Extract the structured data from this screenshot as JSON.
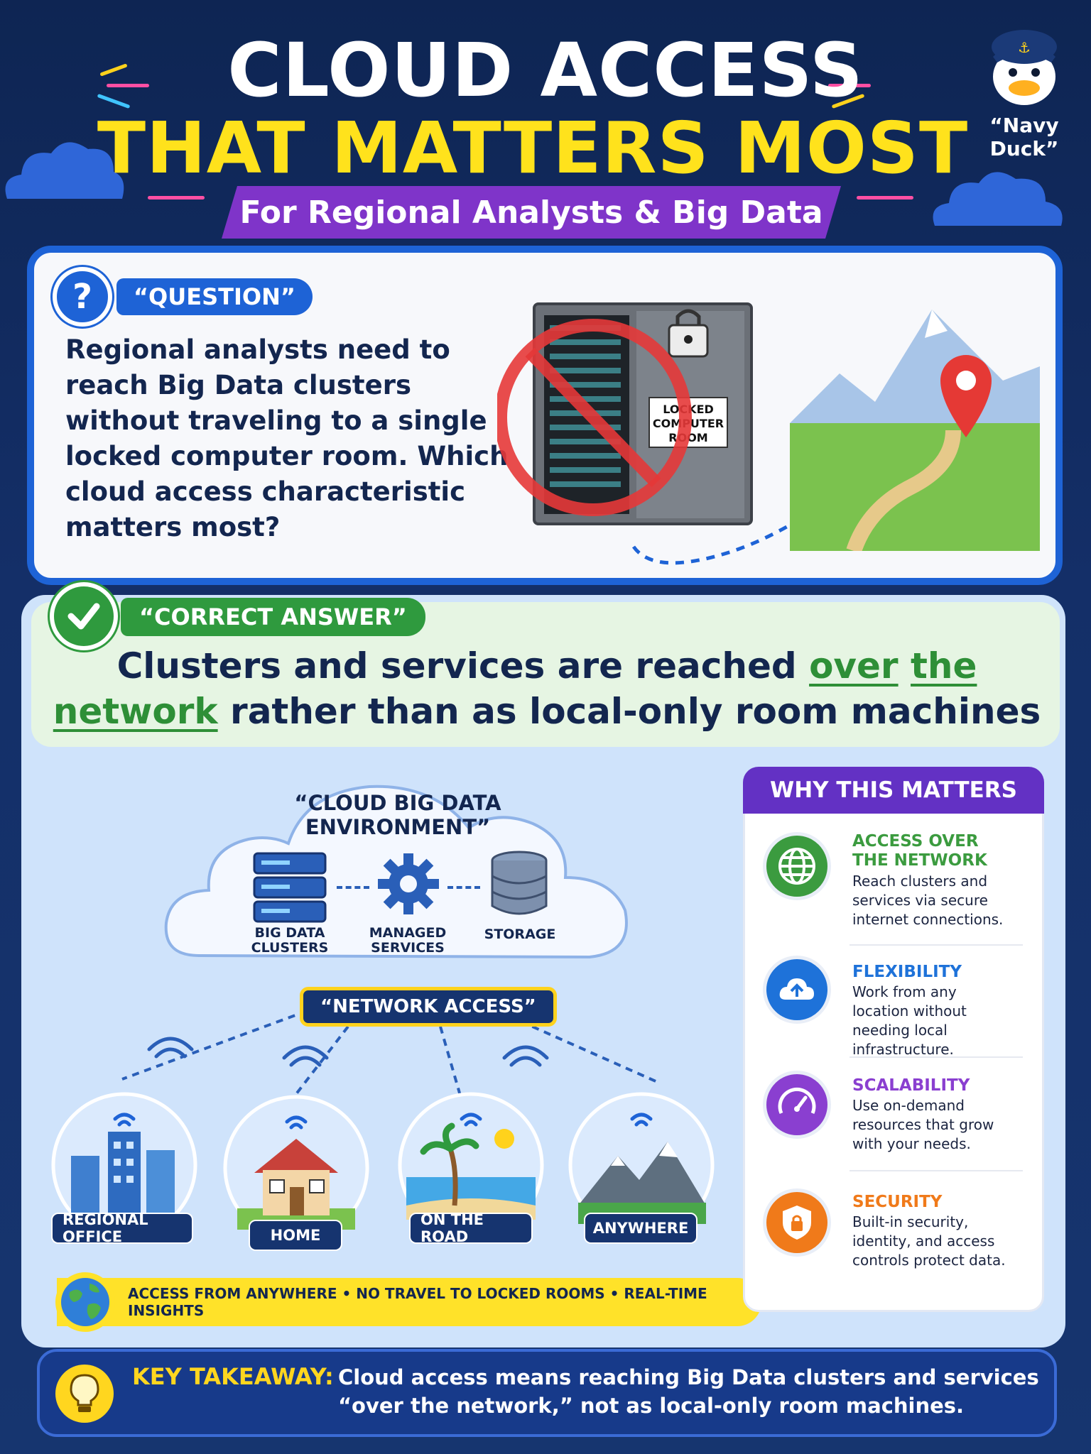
{
  "header": {
    "title_line1": "CLOUD ACCESS",
    "title_line2": "THAT MATTERS MOST",
    "subtitle": "For Regional Analysts & Big Data",
    "mascot_caption": "“Navy Duck”"
  },
  "question": {
    "badge": "“QUESTION”",
    "text": "Regional analysts need to reach Big Data clusters without traveling to a single locked computer room. Which cloud access characteristic matters most?",
    "room_sign": [
      "LOCKED",
      "COMPUTER",
      "ROOM"
    ]
  },
  "answer": {
    "badge": "“CORRECT ANSWER”",
    "text_before": "Clusters and services are reached ",
    "text_highlight1": "over",
    "text_highlight2": "the",
    "text_highlight3": "network",
    "text_after": " rather than as local-only room machines"
  },
  "cloud": {
    "title": "“CLOUD BIG DATA ENVIRONMENT”",
    "items": [
      {
        "label": "BIG DATA\nCLUSTERS"
      },
      {
        "label": "MANAGED\nSERVICES"
      },
      {
        "label": "STORAGE"
      }
    ],
    "network_badge": "“NETWORK ACCESS”",
    "locations": [
      "REGIONAL OFFICE",
      "HOME",
      "ON THE ROAD",
      "ANYWHERE"
    ],
    "strip": "ACCESS FROM ANYWHERE • NO TRAVEL TO LOCKED ROOMS • REAL-TIME INSIGHTS"
  },
  "why": {
    "header": "WHY THIS MATTERS",
    "items": [
      {
        "title": "ACCESS OVER\nTHE NETWORK",
        "desc": "Reach clusters and services via secure internet connections.",
        "color": "#3b9b3f",
        "icon": "globe-icon"
      },
      {
        "title": "FLEXIBILITY",
        "desc": "Work from any location without needing local infrastructure.",
        "color": "#1e72d9",
        "icon": "cloud-upload-icon"
      },
      {
        "title": "SCALABILITY",
        "desc": "Use on-demand resources that grow with your needs.",
        "color": "#8a3fd0",
        "icon": "speedometer-icon"
      },
      {
        "title": "SECURITY",
        "desc": "Built-in security, identity, and access controls protect data.",
        "color": "#f07a1a",
        "icon": "shield-lock-icon"
      }
    ]
  },
  "takeaway": {
    "label": "KEY TAKEAWAY:",
    "text": "Cloud access means reaching Big Data clusters and services “over the network,” not as local-only room machines."
  },
  "colors": {
    "navy": "#0e2553",
    "yellow": "#ffe21c",
    "purple": "#7f34c9",
    "blue": "#1e63d6",
    "green": "#2f9a3e"
  }
}
